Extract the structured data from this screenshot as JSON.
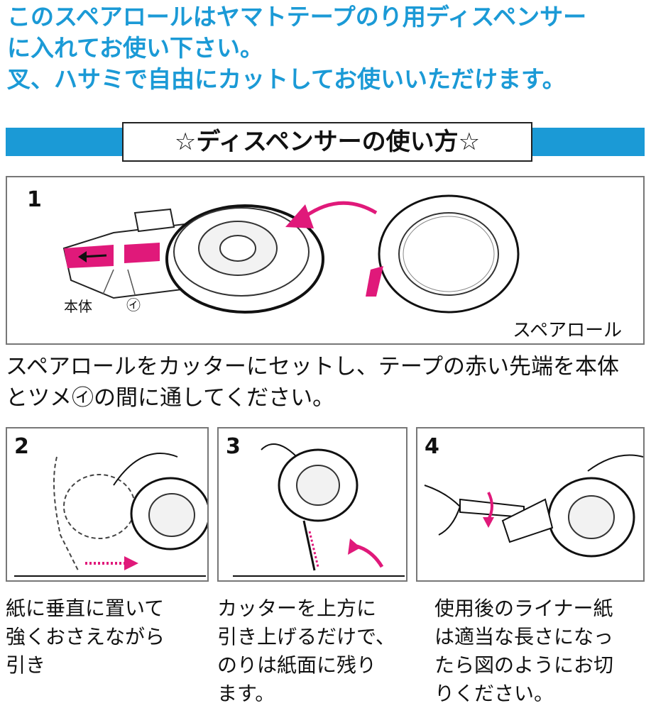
{
  "intro": {
    "line1": "このスペアロールはヤマトテープのり用ディスペンサー",
    "line2": "に入れてお使い下さい。",
    "line3": "叉、ハサミで自由にカットしてお使いいただけます。"
  },
  "section_title": "☆ディスペンサーの使い方☆",
  "colors": {
    "accent_blue": "#1b9ad6",
    "magenta": "#e0197a"
  },
  "step1": {
    "number": "1",
    "label_body": "本体",
    "label_claw": "㋑",
    "label_spare": "スペアロール",
    "desc_line1": "スペアロールをカッターにセットし、テープの赤い先端を本体",
    "desc_line2": "とツメ㋑の間に通してください。"
  },
  "steps": [
    {
      "number": "2",
      "lines": [
        "紙に垂直に置いて",
        "強くおさえながら",
        "引き"
      ]
    },
    {
      "number": "3",
      "lines": [
        "カッターを上方に",
        "引き上げるだけで、",
        "のりは紙面に残り",
        "ます。"
      ]
    },
    {
      "number": "4",
      "lines": [
        "使用後のライナー紙",
        "は適当な長さになっ",
        "たら図のようにお切",
        "りください。"
      ]
    }
  ]
}
